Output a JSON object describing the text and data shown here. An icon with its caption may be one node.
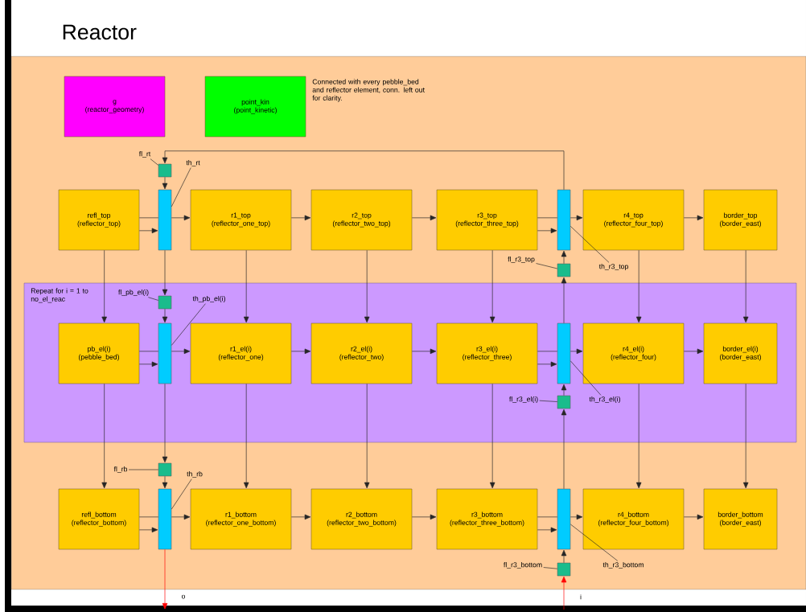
{
  "diagram": {
    "title": "Reactor",
    "nodes": [
      {
        "text": [
          "g",
          "(reactor_geometry)"
        ]
      },
      {
        "text": [
          "point_kin",
          "(point_kinetic)"
        ]
      },
      {
        "text": [
          "Repeat for i = 1 to no_el_reac"
        ]
      },
      {
        "text": [
          "refl_top",
          "(reflector_top)"
        ]
      },
      {
        "text": [],
        "shape": "bar"
      },
      {
        "text": [
          "r1_top",
          "(reflector_one_top)"
        ]
      },
      {
        "text": [
          "r2_top",
          "(reflector_two_top)"
        ]
      },
      {
        "text": [
          "r3_top",
          "(reflector_three_top)"
        ]
      },
      {
        "text": [],
        "shape": "bar"
      },
      {
        "text": [
          "r4_top",
          "(reflector_four_top)"
        ]
      },
      {
        "text": [
          "border_top",
          "(border_east)"
        ]
      },
      {
        "text": [
          "pb_el(i)",
          "(pebble_bed)"
        ],
        "in": 2
      },
      {
        "text": [],
        "shape": "bar",
        "in": 2
      },
      {
        "text": [
          "r1_el(i)",
          "(reflector_one)"
        ],
        "in": 2
      },
      {
        "text": [
          "r2_el(i)",
          "(reflector_two)"
        ],
        "in": 2
      },
      {
        "text": [
          "r3_el(i)",
          "(reflector_three)"
        ],
        "in": 2
      },
      {
        "text": [],
        "shape": "bar",
        "in": 2
      },
      {
        "text": [
          "r4_el(i)",
          "(reflector_four)"
        ],
        "in": 2
      },
      {
        "text": [
          "border_el(i)",
          "(border_east)"
        ],
        "in": 2
      },
      {
        "text": [
          "refl_bottom",
          "(reflector_bottom)"
        ]
      },
      {
        "text": [],
        "shape": "bar"
      },
      {
        "text": [
          "r1_bottom",
          "(reflector_one_bottom)"
        ]
      },
      {
        "text": [
          "r2_bottom",
          "(reflector_two_bottom)"
        ]
      },
      {
        "text": [
          "r3_bottom",
          "(reflector_three_bottom)"
        ]
      },
      {
        "text": [],
        "shape": "bar"
      },
      {
        "text": [
          "r4_bottom",
          "(reflector_four_bottom)"
        ]
      },
      {
        "text": [
          "border_bottom",
          "(border_east)"
        ]
      },
      {
        "text": [],
        "shape": "box"
      },
      {
        "text": [],
        "shape": "box",
        "in": 2
      },
      {
        "text": [],
        "shape": "box"
      },
      {
        "text": [],
        "shape": "box"
      },
      {
        "text": [],
        "shape": "box",
        "in": 2
      },
      {
        "text": [],
        "shape": "box"
      },
      {
        "text": [
          "fl_rt"
        ]
      },
      {
        "text": [
          "th_rt"
        ]
      },
      {
        "text": [
          "fl_pb_el(i)"
        ],
        "in": 2
      },
      {
        "text": [
          "th_pb_el(i)"
        ],
        "in": 2
      },
      {
        "text": [
          "fl_rb"
        ]
      },
      {
        "text": [
          "th_rb"
        ]
      },
      {
        "text": [
          "fl_r3_top"
        ]
      },
      {
        "text": [
          "th_r3_top"
        ]
      },
      {
        "text": [
          "fl_r3_el(i)"
        ],
        "in": 2
      },
      {
        "text": [
          "th_r3_el(i)"
        ],
        "in": 2
      },
      {
        "text": [
          "fl_r3_bottom"
        ]
      },
      {
        "text": [
          "th_r3_bottom"
        ]
      }
    ],
    "edges": [
      {
        "from": 3,
        "to": 4,
        "arrow": "to"
      },
      {
        "from": 4,
        "to": 5,
        "arrow": "to"
      },
      {
        "from": 5,
        "to": 6,
        "arrow": "to"
      },
      {
        "from": 6,
        "to": 7,
        "arrow": "to"
      },
      {
        "from": 7,
        "to": 8,
        "arrow": "to"
      },
      {
        "from": 8,
        "to": 9,
        "arrow": "to"
      },
      {
        "from": 9,
        "to": 10,
        "arrow": "to"
      },
      {
        "from": 11,
        "to": 12,
        "arrow": "to"
      },
      {
        "from": 12,
        "to": 13,
        "arrow": "to"
      },
      {
        "from": 13,
        "to": 14,
        "arrow": "to"
      },
      {
        "from": 14,
        "to": 15,
        "arrow": "to"
      },
      {
        "from": 15,
        "to": 16,
        "arrow": "to"
      },
      {
        "from": 16,
        "to": 17,
        "arrow": "to"
      },
      {
        "from": 17,
        "to": 18,
        "arrow": "to"
      },
      {
        "from": 19,
        "to": 20,
        "arrow": "to"
      },
      {
        "from": 20,
        "to": 21,
        "arrow": "to"
      },
      {
        "from": 21,
        "to": 22,
        "arrow": "to"
      },
      {
        "from": 22,
        "to": 23,
        "arrow": "to"
      },
      {
        "from": 23,
        "to": 24,
        "arrow": "to"
      },
      {
        "from": 24,
        "to": 25,
        "arrow": "to"
      },
      {
        "from": 25,
        "to": 26,
        "arrow": "to"
      },
      {
        "from": 3,
        "to": 11,
        "arrow": "to"
      },
      {
        "from": 11,
        "to": 19,
        "arrow": "to"
      },
      {
        "from": 5,
        "to": 13,
        "arrow": "to"
      },
      {
        "from": 13,
        "to": 21,
        "arrow": "to"
      },
      {
        "from": 6,
        "to": 14,
        "arrow": "to"
      },
      {
        "from": 14,
        "to": 22,
        "arrow": "to"
      },
      {
        "from": 7,
        "to": 15,
        "arrow": "to"
      },
      {
        "from": 15,
        "to": 23,
        "arrow": "to"
      },
      {
        "from": 9,
        "to": 17,
        "arrow": "to"
      },
      {
        "from": 17,
        "to": 25,
        "arrow": "to"
      },
      {
        "from": 10,
        "to": 18,
        "arrow": "to"
      },
      {
        "from": 18,
        "to": 26,
        "arrow": "to"
      },
      {
        "from": 27,
        "to": 4,
        "arrow": "to"
      },
      {
        "from": 4,
        "to": 28,
        "arrow": "to"
      },
      {
        "from": 28,
        "to": 12,
        "arrow": "to"
      },
      {
        "from": 12,
        "to": 29,
        "arrow": "to"
      },
      {
        "from": 29,
        "to": 20,
        "arrow": "to"
      },
      {
        "from": 20,
        "to": null,
        "arrow": "to",
        "color": "#ff0000"
      },
      {
        "from": null,
        "to": 32,
        "arrow": "to",
        "color": "#ff0000"
      },
      {
        "from": 32,
        "to": 24,
        "arrow": "to"
      },
      {
        "from": 24,
        "to": 31,
        "arrow": "to"
      },
      {
        "from": 31,
        "to": 16,
        "arrow": "to"
      },
      {
        "from": 16,
        "to": 30,
        "arrow": "to"
      },
      {
        "from": 30,
        "to": 8,
        "arrow": "to"
      },
      {
        "from": 8,
        "to": 27,
        "arrow": "to"
      },
      {
        "from": 33,
        "to": 27,
        "arrow": "none"
      },
      {
        "from": 34,
        "to": 4,
        "arrow": "none"
      },
      {
        "from": 35,
        "to": 28,
        "arrow": "none"
      },
      {
        "from": 36,
        "to": 12,
        "arrow": "none"
      },
      {
        "from": 37,
        "to": 29,
        "arrow": "none"
      },
      {
        "from": 38,
        "to": 20,
        "arrow": "none"
      },
      {
        "from": 39,
        "to": 30,
        "arrow": "none"
      },
      {
        "from": 40,
        "to": 8,
        "arrow": "none"
      },
      {
        "from": 41,
        "to": 31,
        "arrow": "none"
      },
      {
        "from": 42,
        "to": 16,
        "arrow": "none"
      },
      {
        "from": 43,
        "to": 32,
        "arrow": "none"
      },
      {
        "from": 44,
        "to": 24,
        "arrow": "none"
      },
      {
        "from": 3,
        "to": 4,
        "arrow": "none"
      },
      {
        "from": 7,
        "to": 8,
        "arrow": "none"
      },
      {
        "from": 11,
        "to": 12,
        "arrow": "none"
      },
      {
        "from": 15,
        "to": 16,
        "arrow": "none"
      },
      {
        "from": 19,
        "to": 20,
        "arrow": "none"
      },
      {
        "from": 23,
        "to": 24,
        "arrow": "none"
      }
    ],
    "labels": [
      "Connected with every pebble_bed and reflector element, conn. left out for clarity.",
      "o",
      "i"
    ]
  }
}
